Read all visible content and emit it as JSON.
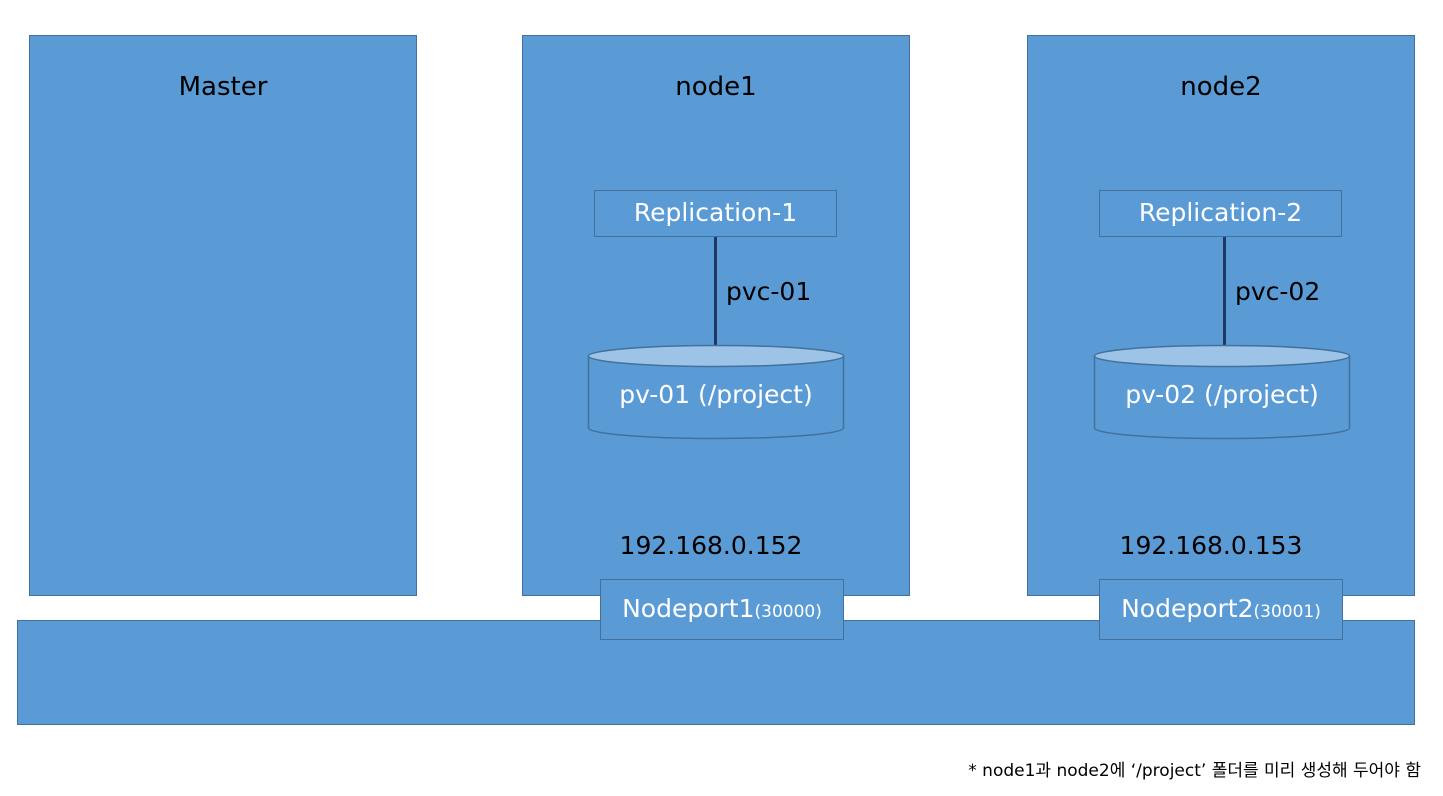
{
  "master": {
    "title": "Master"
  },
  "nodes": [
    {
      "title": "node1",
      "replication": "Replication-1",
      "pvc": "pvc-01",
      "pv": "pv-01 (/project)",
      "ip": "192.168.0.152",
      "nodeport_label": "Nodeport1",
      "nodeport_port": "(30000)"
    },
    {
      "title": "node2",
      "replication": "Replication-2",
      "pvc": "pvc-02",
      "pv": "pv-02 (/project)",
      "ip": "192.168.0.153",
      "nodeport_label": "Nodeport2",
      "nodeport_port": "(30001)"
    }
  ],
  "note": "* node1과 node2에 ‘/project’ 폴더를 미리 생성해 두어야 함",
  "colors": {
    "box_fill": "#5b9bd5",
    "box_border": "#41719c",
    "cylinder_top": "#9dc3e6",
    "connector": "#1f3864"
  }
}
